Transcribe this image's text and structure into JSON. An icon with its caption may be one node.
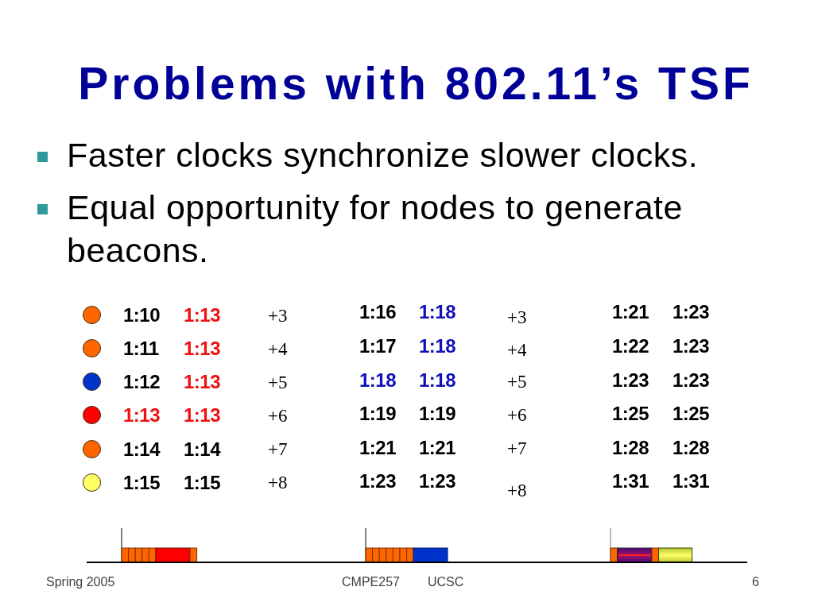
{
  "diagram": {
    "title": "Problems with 802.11’s TSF",
    "labels": [
      "Faster clocks synchronize slower clocks.",
      "Equal opportunity for nodes to generate beacons.",
      "1:10",
      "1:13",
      "+3",
      "1:16",
      "1:18",
      "+3",
      "1:21",
      "1:23",
      "1:11",
      "1:13",
      "+4",
      "1:17",
      "1:18",
      "+4",
      "1:22",
      "1:23",
      "1:12",
      "1:13",
      "+5",
      "1:18",
      "1:18",
      "+5",
      "1:23",
      "1:23",
      "1:13",
      "1:13",
      "+6",
      "1:19",
      "1:19",
      "+6",
      "1:25",
      "1:25",
      "1:14",
      "1:14",
      "+7",
      "1:21",
      "1:21",
      "+7",
      "1:28",
      "1:28",
      "1:15",
      "1:15",
      "+8",
      "1:23",
      "1:23",
      "+8",
      "1:31",
      "1:31",
      "Spring 2005",
      "CMPE257",
      "UCSC",
      "6"
    ]
  }
}
